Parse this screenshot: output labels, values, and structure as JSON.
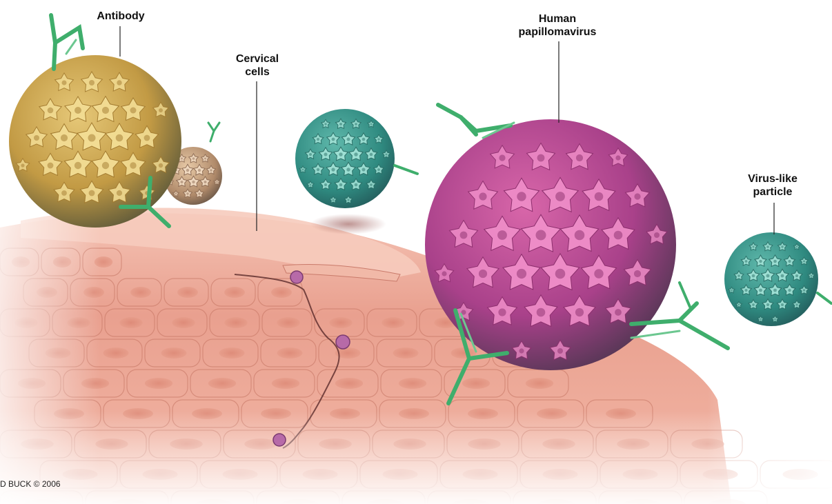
{
  "labels": {
    "antibody": "Antibody",
    "cervical_cells_line1": "Cervical",
    "cervical_cells_line2": "cells",
    "hpv_line1": "Human",
    "hpv_line2": "papillomavirus",
    "vlp_line1": "Virus-like",
    "vlp_line2": "particle"
  },
  "credit": "D BUCK © 2006",
  "colors": {
    "tissue": "#e9a08f",
    "tissue_dark": "#cf7563",
    "hpv": "#b54c93",
    "hpv_protein": "#ee8cc7",
    "vlp": "#3e9a8f",
    "vlp_protein": "#9ee0d4",
    "gold_capsid": "#c9a24a",
    "gold_protein": "#f2dc93",
    "antibody": "#3fae6c"
  }
}
